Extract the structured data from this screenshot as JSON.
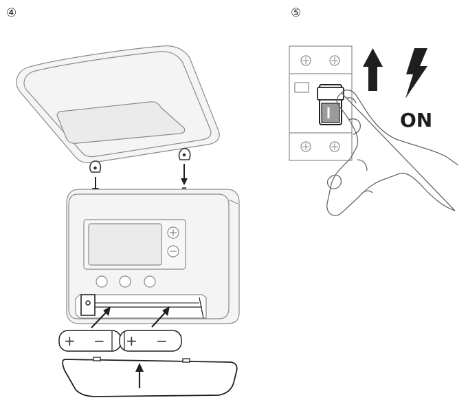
{
  "step_4": {
    "number": "④"
  },
  "step_5": {
    "number": "⑤",
    "action_label": "ON"
  },
  "battery_left": {
    "plus": "+",
    "minus": "−"
  },
  "battery_right": {
    "plus": "+",
    "minus": "−"
  },
  "icons": {
    "step_4": [
      "thermostat-front-cover",
      "hook-icon",
      "hook-icon",
      "down-arrow-icon",
      "down-arrow-icon",
      "plus-button-icon",
      "minus-button-icon",
      "battery-icon",
      "battery-icon",
      "diagonal-arrow-icon",
      "diagonal-arrow-icon",
      "up-arrow-icon",
      "battery-cover"
    ],
    "step_5": [
      "circuit-breaker",
      "up-arrow-icon",
      "lightning-bolt-icon",
      "hand-icon"
    ]
  }
}
